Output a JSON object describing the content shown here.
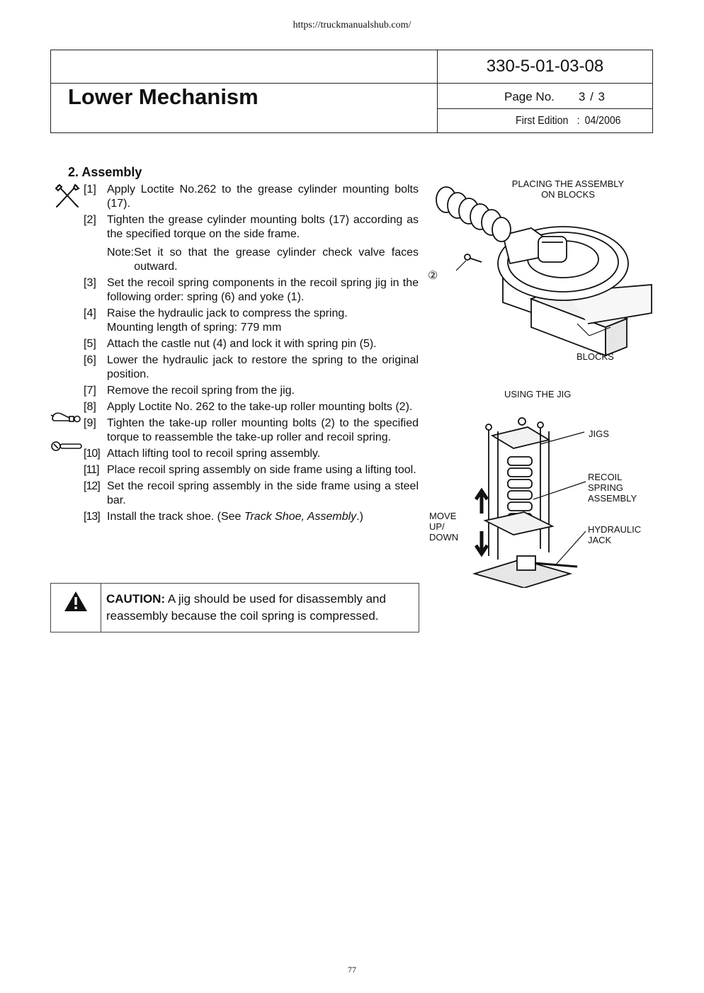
{
  "source_url": "https://truckmanualshub.com/",
  "header": {
    "doc_code": "330-5-01-03-08",
    "title": "Lower Mechanism",
    "page_label": "Page  No.",
    "page_value": "3 /  3",
    "edition_label": "First Edition",
    "edition_colon": ":",
    "edition_value": "04/2006"
  },
  "section_title": "2. Assembly",
  "steps": [
    {
      "num": "[1]",
      "text": "Apply Loctite No.262 to the grease cylinder mounting bolts (17)."
    },
    {
      "num": "[2]",
      "text": "Tighten the grease cylinder mounting bolts (17) according as the specified torque on the side frame."
    },
    {
      "num": "[3]",
      "text": "Set the recoil spring components in the recoil spring jig in the following order: spring (6) and yoke (1)."
    },
    {
      "num": "[4]",
      "text": "Raise the hydraulic jack to compress the spring.",
      "text2": "Mounting length of spring: 779 mm"
    },
    {
      "num": "[5]",
      "text": "Attach the castle nut (4) and lock it with spring pin (5)."
    },
    {
      "num": "[6]",
      "text": "Lower the hydraulic jack to restore the spring to the original position."
    },
    {
      "num": "[7]",
      "text": "Remove the recoil spring from the jig."
    },
    {
      "num": "[8]",
      "text": "Apply Loctite No. 262 to the take-up roller mounting bolts (2)."
    },
    {
      "num": "[9]",
      "text": "Tighten the take-up roller mounting bolts (2) to the specified torque to reassemble the take-up roller and recoil spring."
    },
    {
      "num": "[10]",
      "text": "Attach lifting tool to recoil spring assembly."
    },
    {
      "num": "[11]",
      "text": "Place recoil spring assembly on side frame using a lifting tool."
    },
    {
      "num": "[12]",
      "text": "Set the recoil spring assembly in the side frame using a steel bar."
    },
    {
      "num": "[13]",
      "text_pre": "Install the track shoe. (See ",
      "text_em": "Track Shoe, Assembly",
      "text_post": ".)"
    }
  ],
  "note": {
    "label": "Note: ",
    "text": "Set it so that the grease cylinder check valve faces outward."
  },
  "caution": {
    "label": "CAUTION:",
    "text": " A jig should be used for disassembly and reassembly because the coil spring is compressed."
  },
  "figure1": {
    "caption_line1": "PLACING THE ASSEMBLY",
    "caption_line2": "ON BLOCKS",
    "callout": "②",
    "blocks_label": "BLOCKS"
  },
  "figure2": {
    "caption": "USING THE JIG",
    "jigs_label": "JIGS",
    "recoil_l1": "RECOIL",
    "recoil_l2": "SPRING",
    "recoil_l3": "ASSEMBLY",
    "hyd_l1": "HYDRAULIC",
    "hyd_l2": "JACK",
    "move_l1": "MOVE",
    "move_l2": "UP/",
    "move_l3": "DOWN"
  },
  "page_number": "77"
}
